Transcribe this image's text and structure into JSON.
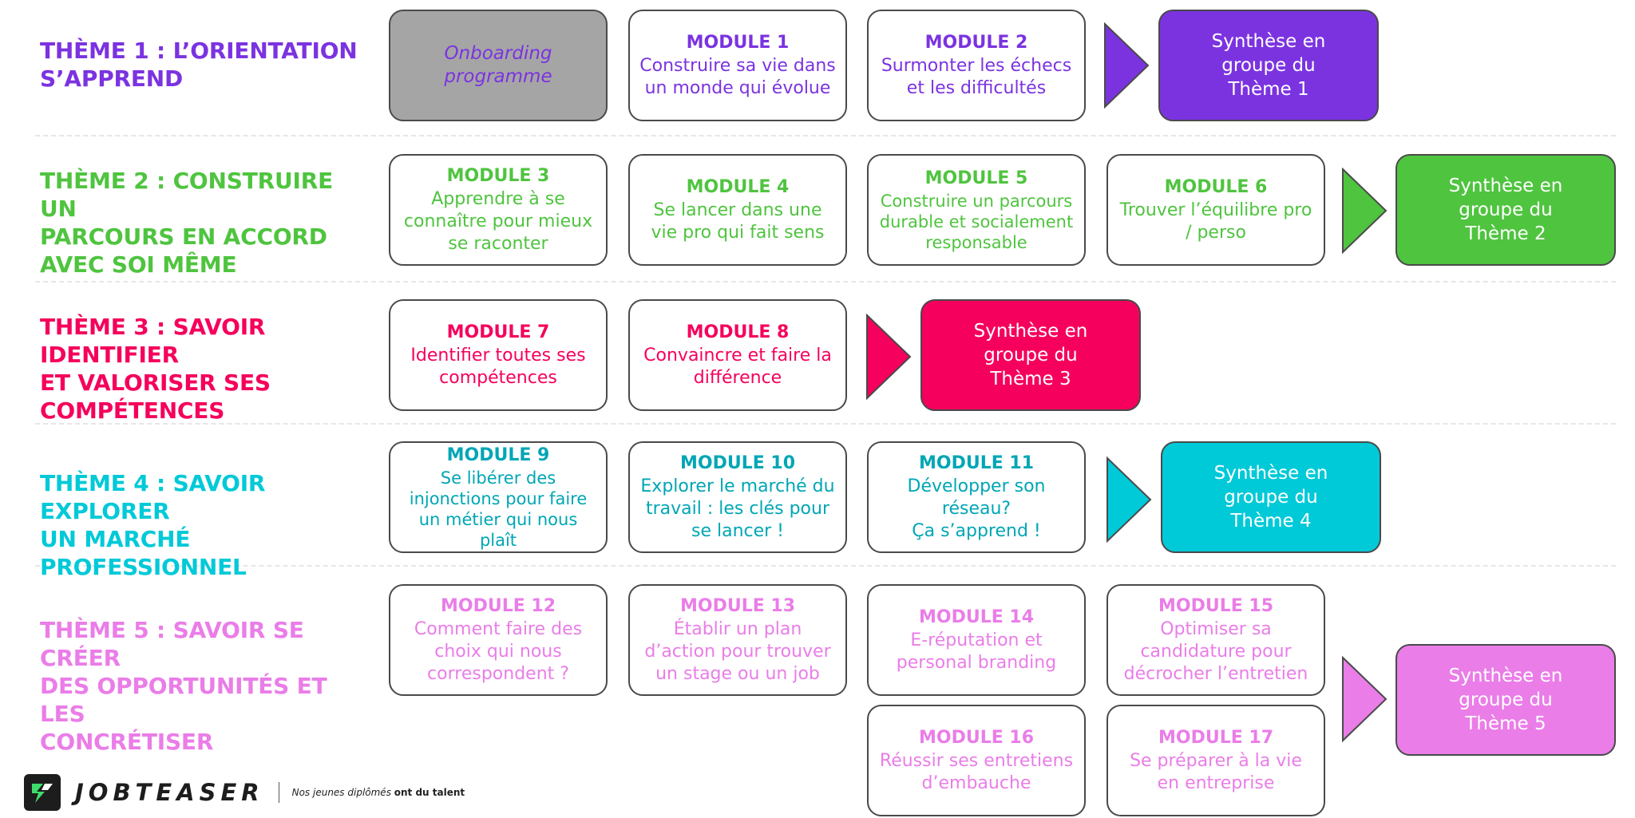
{
  "colors": {
    "theme1": "#7b33e0",
    "theme2": "#4fc43f",
    "theme3": "#f5005c",
    "theme4": "#00c9d8",
    "theme5": "#ea7de8",
    "onboarding_bg": "#a5a5a5",
    "border": "#4a4a4a"
  },
  "themes": [
    {
      "title_lines": [
        "THÈME 1 : L’ORIENTATION",
        "S’APPREND"
      ],
      "onboarding": [
        "Onboarding",
        "programme"
      ],
      "modules": [
        {
          "title": "MODULE 1",
          "desc": [
            "Construire sa vie dans",
            "un monde qui évolue"
          ]
        },
        {
          "title": "MODULE 2",
          "desc": [
            "Surmonter les échecs",
            "et les difficultés"
          ]
        }
      ],
      "synthesis": [
        "Synthèse en",
        "groupe du",
        "Thème 1"
      ]
    },
    {
      "title_lines": [
        "THÈME 2 : CONSTRUIRE UN",
        "PARCOURS EN ACCORD",
        "AVEC SOI MÊME"
      ],
      "modules": [
        {
          "title": "MODULE 3",
          "desc": [
            "Apprendre à se",
            "connaître pour mieux",
            "se raconter"
          ]
        },
        {
          "title": "MODULE 4",
          "desc": [
            "Se lancer dans une",
            "vie pro qui fait sens"
          ]
        },
        {
          "title": "MODULE 5",
          "desc": [
            "Construire un parcours",
            "durable et socialement",
            "responsable"
          ]
        },
        {
          "title": "MODULE 6",
          "desc": [
            "Trouver l’équilibre pro",
            "/ perso"
          ]
        }
      ],
      "synthesis": [
        "Synthèse en",
        "groupe du",
        "Thème 2"
      ]
    },
    {
      "title_lines": [
        "THÈME 3 : SAVOIR IDENTIFIER",
        "ET VALORISER SES",
        "COMPÉTENCES"
      ],
      "modules": [
        {
          "title": "MODULE 7",
          "desc": [
            "Identifier toutes ses",
            "compétences"
          ]
        },
        {
          "title": "MODULE 8",
          "desc": [
            "Convaincre et faire la",
            "différence"
          ]
        }
      ],
      "synthesis": [
        "Synthèse en",
        "groupe du",
        "Thème 3"
      ]
    },
    {
      "title_lines": [
        "THÈME 4 : SAVOIR EXPLORER",
        "UN MARCHÉ PROFESSIONNEL"
      ],
      "modules": [
        {
          "title": "MODULE 9",
          "desc": [
            "Se libérer des",
            "injonctions pour faire",
            "un métier qui nous plaît"
          ]
        },
        {
          "title": "MODULE 10",
          "desc": [
            "Explorer le marché du",
            "travail : les clés pour",
            "se lancer !"
          ]
        },
        {
          "title": "MODULE 11",
          "desc": [
            "Développer son",
            "réseau?",
            "Ça s’apprend !"
          ]
        }
      ],
      "synthesis": [
        "Synthèse en",
        "groupe du",
        "Thème 4"
      ]
    },
    {
      "title_lines": [
        "THÈME 5 : SAVOIR SE CRÉER",
        "DES OPPORTUNITÉS ET LES",
        "CONCRÉTISER"
      ],
      "modules": [
        {
          "title": "MODULE 12",
          "desc": [
            "Comment faire des",
            "choix qui nous",
            "correspondent ?"
          ]
        },
        {
          "title": "MODULE 13",
          "desc": [
            "Établir un plan",
            "d’action pour trouver",
            "un stage ou un job"
          ]
        },
        {
          "title": "MODULE 14",
          "desc": [
            "E-réputation et",
            "personal branding"
          ]
        },
        {
          "title": "MODULE 15",
          "desc": [
            "Optimiser sa",
            "candidature pour",
            "décrocher l’entretien"
          ]
        },
        {
          "title": "MODULE 16",
          "desc": [
            "Réussir ses entretiens",
            "d’embauche"
          ]
        },
        {
          "title": "MODULE 17",
          "desc": [
            "Se préparer à la vie",
            "en entreprise"
          ]
        }
      ],
      "synthesis": [
        "Synthèse en",
        "groupe du",
        "Thème 5"
      ]
    }
  ],
  "logo": {
    "name": "JOBTEASER",
    "tagline_prefix": "Nos jeunes diplômés ",
    "tagline_bold": "ont du talent",
    "icon": "jobteaser-logo-icon"
  }
}
